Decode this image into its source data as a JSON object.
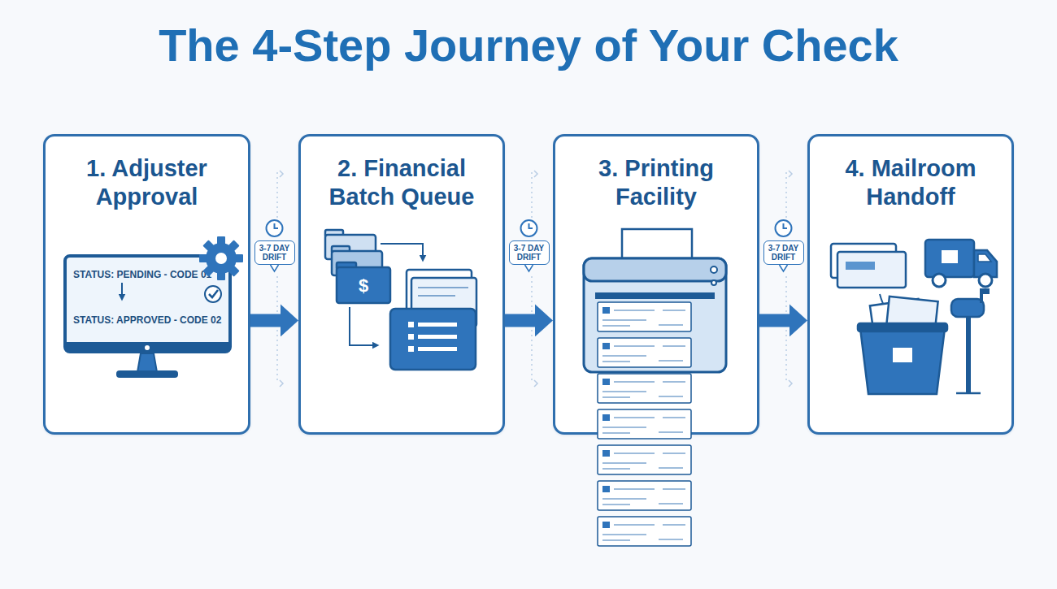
{
  "diagram": {
    "title": "The 4-Step Journey of Your Check",
    "nodes": [
      {
        "text": [
          "1. Adjuster Approval"
        ]
      },
      {
        "text": [
          "STATUS: PENDING - CODE 01",
          "STATUS: APPROVED - CODE 02"
        ],
        "in": 0
      },
      {
        "text": [
          "2. Financial Batch Queue"
        ]
      },
      {
        "text": [
          "3. Printing Facility"
        ]
      },
      {
        "text": [
          "4. Mailroom Handoff"
        ]
      }
    ],
    "edges": [
      {
        "from": 0,
        "to": 2,
        "label": "3-7 DAY DRIFT",
        "arrow": "to"
      },
      {
        "from": 2,
        "to": 3,
        "label": "3-7 DAY DRIFT",
        "arrow": "to"
      },
      {
        "from": 3,
        "to": 4,
        "label": "3-7 DAY DRIFT",
        "arrow": "to"
      }
    ],
    "labels": [
      "$"
    ]
  }
}
